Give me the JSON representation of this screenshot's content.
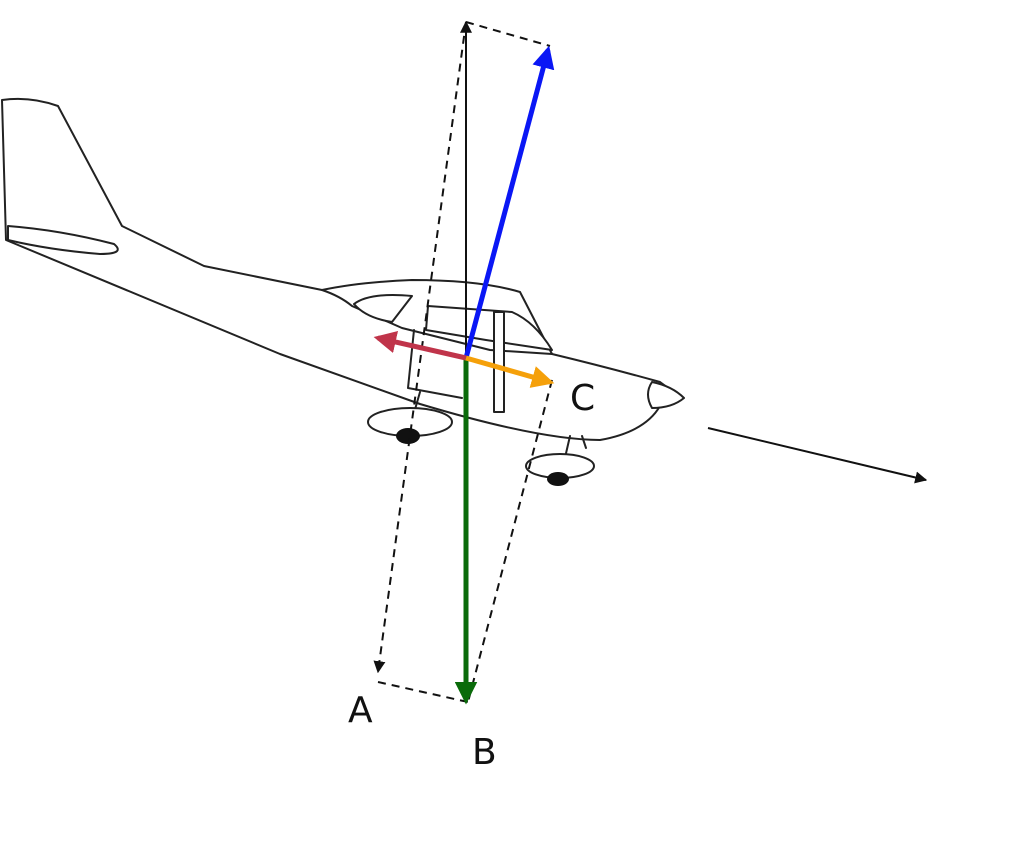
{
  "labels": {
    "a": "A",
    "b": "B",
    "c": "C"
  },
  "vectors": [
    {
      "id": "black-vertical",
      "color": "#111111"
    },
    {
      "id": "blue",
      "color": "#0a17f5"
    },
    {
      "id": "green",
      "color": "#0a6b0a"
    },
    {
      "id": "red",
      "color": "#c0344a"
    },
    {
      "id": "orange",
      "color": "#f5a00a"
    },
    {
      "id": "direction-of-flight",
      "color": "#111111"
    },
    {
      "id": "dashed-a",
      "color": "#111111"
    }
  ]
}
